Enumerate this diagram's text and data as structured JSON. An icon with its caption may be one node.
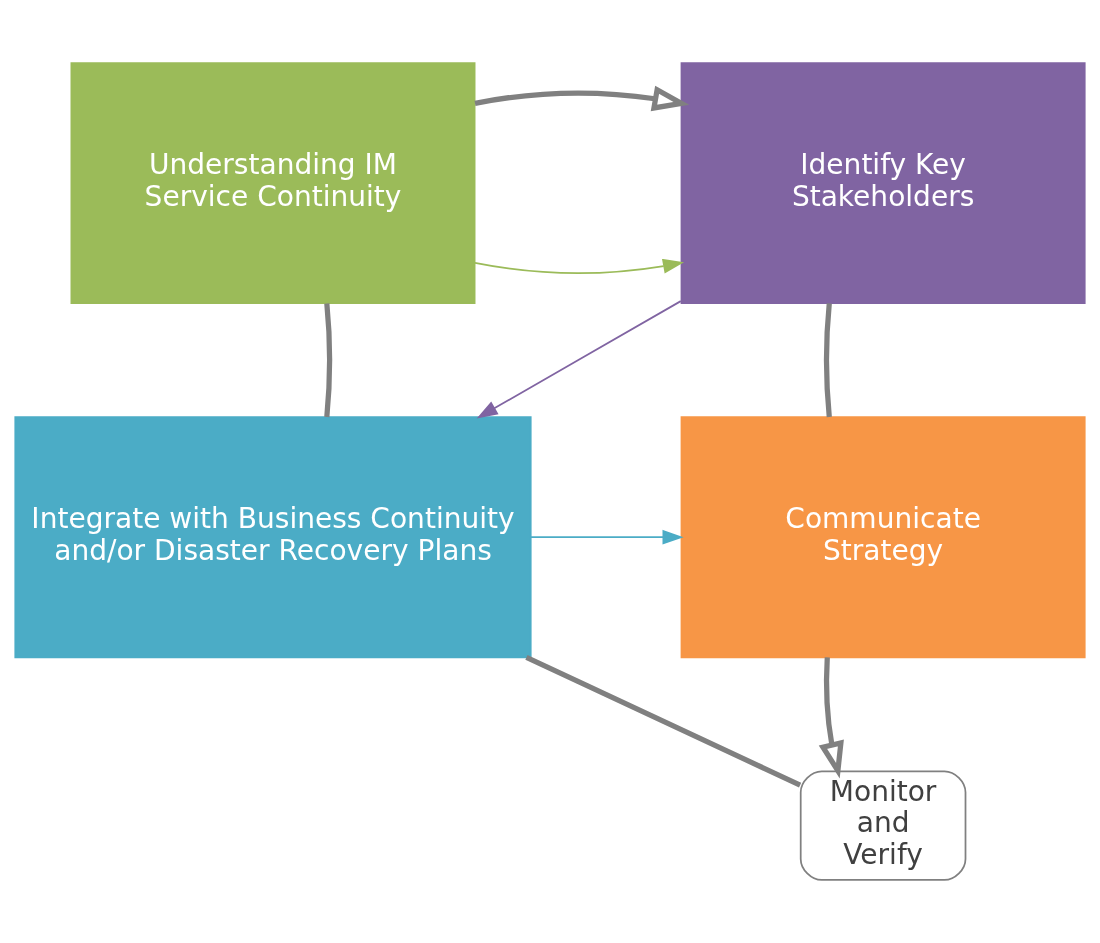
{
  "diagram": {
    "nodes": [
      {
        "text": [
          "Understanding IM Service Continuity"
        ]
      },
      {
        "text": [
          "Identify Key Stakeholders"
        ]
      },
      {
        "text": [
          "Integrate with Business Continuity and/or Disaster Recovery Plans"
        ]
      },
      {
        "text": [
          "Communicate Strategy"
        ]
      },
      {
        "text": [
          "Monitor and Verify"
        ]
      }
    ],
    "edges": [
      {
        "from": 0,
        "to": 1,
        "arrow": "to",
        "color": "#9bbb59"
      },
      {
        "from": 1,
        "to": 2,
        "arrow": "to",
        "color": "#8064a2"
      },
      {
        "from": 2,
        "to": 3,
        "arrow": "to",
        "color": "#4bacc6"
      },
      {
        "from": 3,
        "to": 4,
        "arrow": "to"
      },
      {
        "from": 4,
        "to": 2,
        "arrow": "none"
      },
      {
        "from": 2,
        "to": 0,
        "arrow": "none"
      },
      {
        "from": 0,
        "to": 1,
        "arrow": "to"
      },
      {
        "from": 1,
        "to": 3,
        "arrow": "none"
      }
    ]
  }
}
